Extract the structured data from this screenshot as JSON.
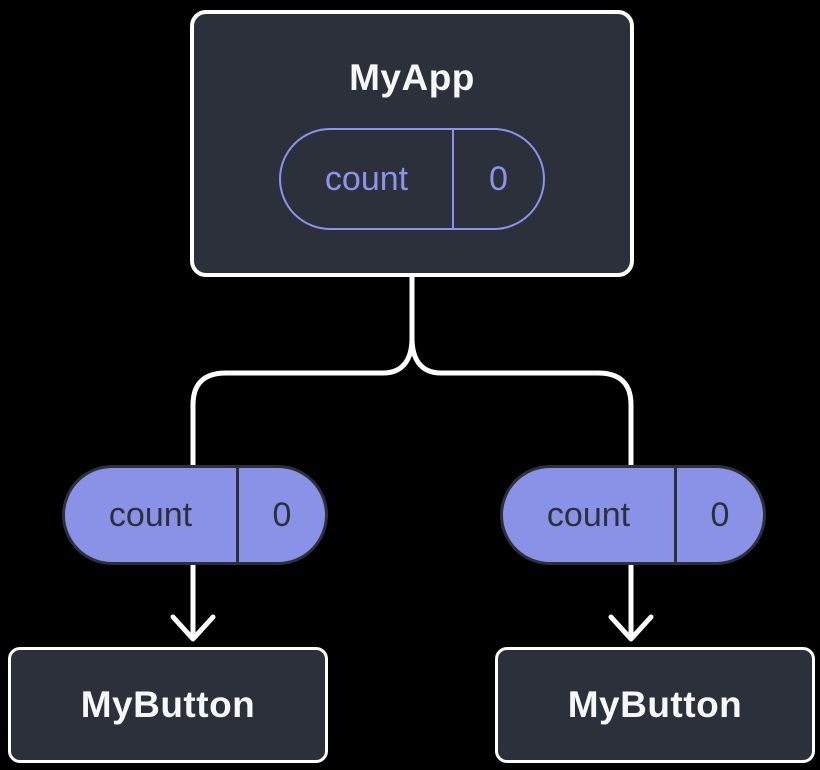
{
  "colors": {
    "background": "#000000",
    "node_fill": "#2B303B",
    "node_border": "#FFFFFF",
    "node_text": "#F6F7F9",
    "pill_solid_fill": "#8A92E8",
    "pill_outline": "#8B94EC",
    "pill_dark_text": "#2B303B",
    "connector": "#FFFFFF"
  },
  "root_node": {
    "label": "MyApp",
    "state_pill": {
      "key": "count",
      "value": "0"
    }
  },
  "child_pills": [
    {
      "key": "count",
      "value": "0"
    },
    {
      "key": "count",
      "value": "0"
    }
  ],
  "child_nodes": [
    {
      "label": "MyButton"
    },
    {
      "label": "MyButton"
    }
  ]
}
